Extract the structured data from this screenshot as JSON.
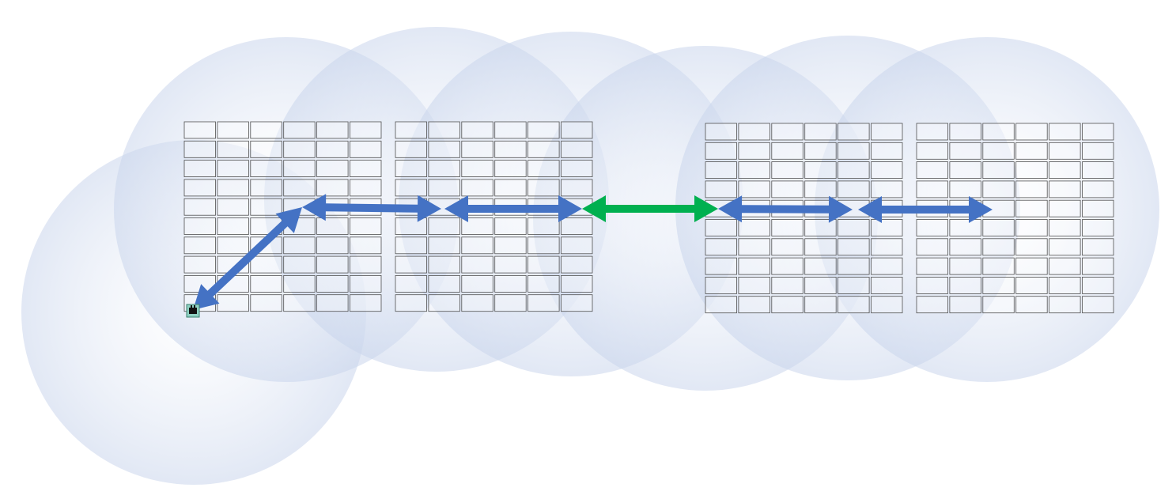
{
  "diagram": {
    "description_hidden": "",
    "colors": {
      "background": "#ffffff",
      "coverage_edge": "#d3dcee",
      "coverage_center": "#ffffff",
      "cell_stroke": "#505050",
      "cell_fill": "#ffffff",
      "link_blue": "#4472c4",
      "link_green": "#00b050",
      "node_fill": "#8fd1c2",
      "node_mark": "#111111"
    },
    "grid_blocks": [
      {
        "name": "block-1",
        "rows": 10,
        "cols": 6
      },
      {
        "name": "block-2",
        "rows": 10,
        "cols": 6
      },
      {
        "name": "block-3",
        "rows": 10,
        "cols": 6
      },
      {
        "name": "block-4",
        "rows": 10,
        "cols": 6
      }
    ],
    "coverage_circles": 7,
    "links": [
      {
        "name": "link-node-to-hub",
        "color": "blue"
      },
      {
        "name": "link-hub-to-relay-1",
        "color": "blue"
      },
      {
        "name": "link-relay-1-to-relay-2",
        "color": "blue"
      },
      {
        "name": "link-relay-2-to-relay-3",
        "color": "green"
      },
      {
        "name": "link-relay-3-to-relay-4",
        "color": "blue"
      },
      {
        "name": "link-relay-4-to-relay-5",
        "color": "blue"
      }
    ],
    "node_icon": "wireless-node-icon"
  }
}
